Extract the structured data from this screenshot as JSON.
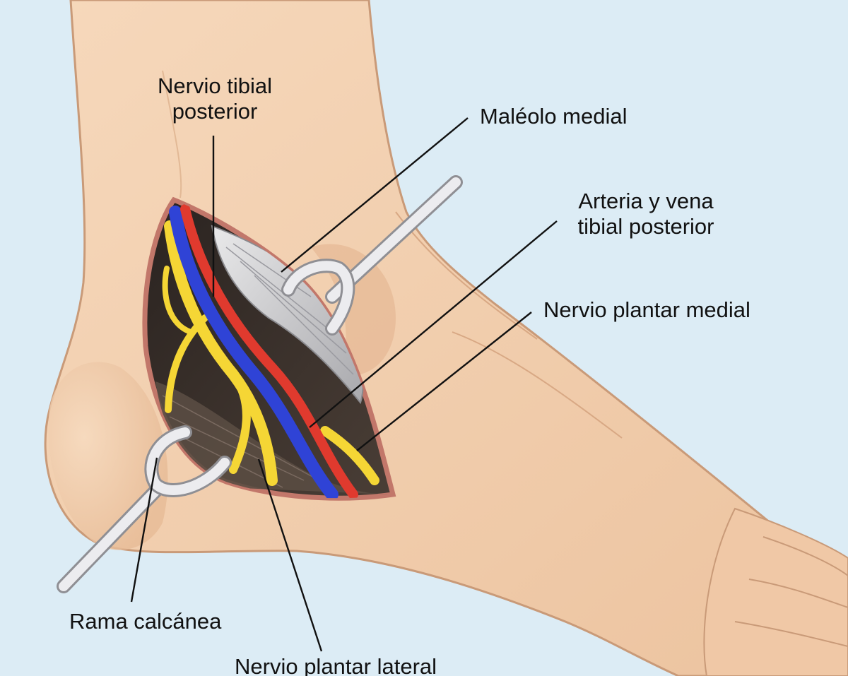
{
  "labels": {
    "nervio_tibial_posterior": [
      "Nervio tibial",
      "posterior"
    ],
    "maleolo_medial": "Maléolo medial",
    "arteria_vena": [
      "Arteria y vena",
      "tibial posterior"
    ],
    "nervio_plantar_medial": "Nervio plantar medial",
    "rama_calcanea": "Rama calcánea",
    "nervio_plantar_lateral": "Nervio plantar lateral"
  },
  "colors": {
    "background": "#dcecf5",
    "skin": "#f2cfae",
    "skin_shadow": "#e0b08c",
    "nerve": "#f5d635",
    "artery": "#e03a2e",
    "vein": "#2f43d6",
    "cavity": "#3a302a",
    "retractor": "#e8e8ea"
  }
}
